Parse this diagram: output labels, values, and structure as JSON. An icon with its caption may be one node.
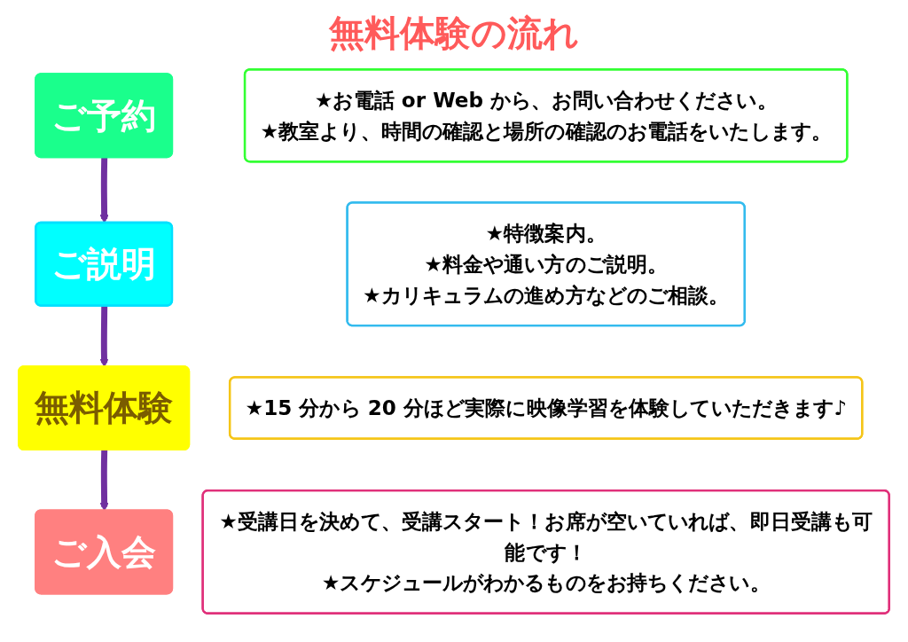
{
  "diagram": {
    "title": "無料体験の流れ",
    "nodes": [
      {
        "text": [
          "ご予約"
        ]
      },
      {
        "text": [
          "★お電話 or Web から、お問い合わせください。",
          "★教室より、時間の確認と場所の確認のお電話をいたします。"
        ]
      },
      {
        "text": [
          "ご説明"
        ]
      },
      {
        "text": [
          "★特徴案内。",
          "★料金や通い方のご説明。",
          "★カリキュラムの進め方などのご相談。"
        ]
      },
      {
        "text": [
          "無料体験"
        ]
      },
      {
        "text": [
          "★15 分から 20 分ほど実際に映像学習を体験していただきます♪"
        ]
      },
      {
        "text": [
          "ご入会"
        ]
      },
      {
        "text": [
          "★受講日を決めて、受講スタート！お席が空いていれば、即日受講も可能です！",
          "★スケジュールがわかるものをお持ちください。"
        ]
      }
    ],
    "edges": [
      {
        "from": 0,
        "to": 2,
        "arrow": "to"
      },
      {
        "from": 2,
        "to": 4,
        "arrow": "to"
      },
      {
        "from": 4,
        "to": 6,
        "arrow": "to"
      }
    ]
  }
}
